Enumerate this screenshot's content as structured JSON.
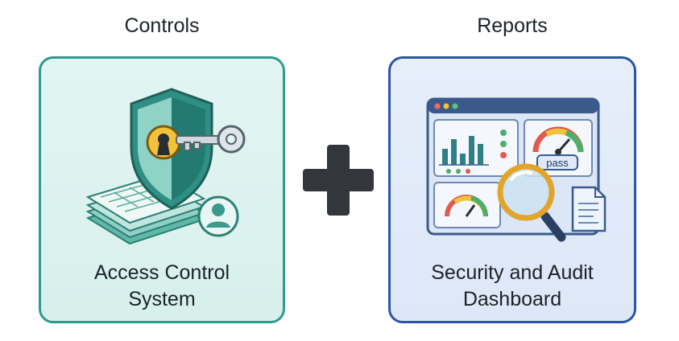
{
  "columns": [
    {
      "heading": "Controls",
      "card_title_lines": [
        "Access Control",
        "System"
      ],
      "icon": "shield-key-icon",
      "accent": "#2e9a8e"
    },
    {
      "heading": "Reports",
      "card_title_lines": [
        "Security and Audit",
        "Dashboard"
      ],
      "icon": "dashboard-magnifier-icon",
      "accent": "#2f54a6",
      "gauge_badge": "pass"
    }
  ],
  "operator_icon": "plus-icon",
  "colors": {
    "controls_border": "#2e9a8e",
    "reports_border": "#2f54a6",
    "plus": "#33363a"
  }
}
